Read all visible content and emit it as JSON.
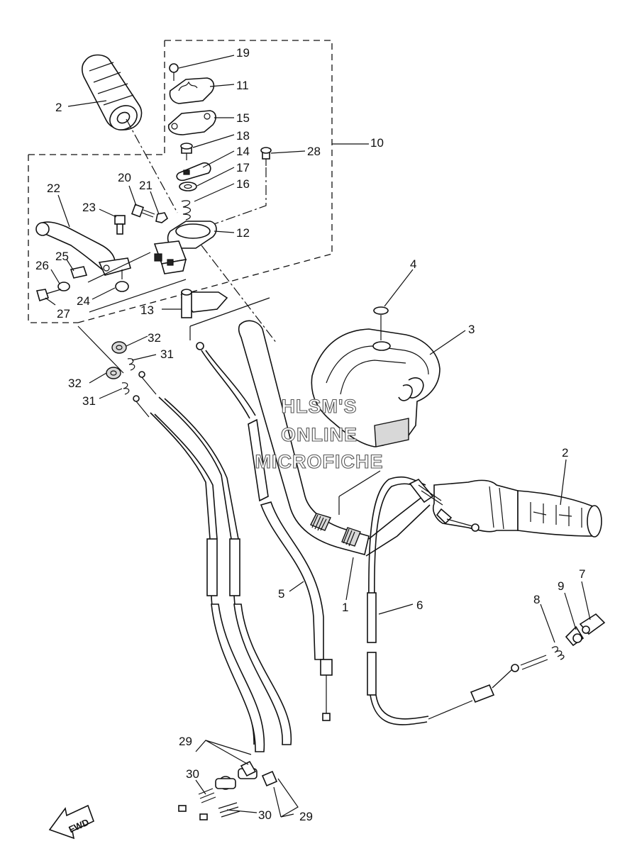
{
  "callouts": {
    "c1": "1",
    "c2a": "2",
    "c2b": "2",
    "c3": "3",
    "c4": "4",
    "c5": "5",
    "c6": "6",
    "c7": "7",
    "c8": "8",
    "c9": "9",
    "c10": "10",
    "c11": "11",
    "c12": "12",
    "c13": "13",
    "c14": "14",
    "c15": "15",
    "c16": "16",
    "c17": "17",
    "c18": "18",
    "c19": "19",
    "c20": "20",
    "c21": "21",
    "c22": "22",
    "c23": "23",
    "c24": "24",
    "c25": "25",
    "c26": "26",
    "c27": "27",
    "c28": "28",
    "c29a": "29",
    "c29b": "29",
    "c30a": "30",
    "c30b": "30",
    "c31a": "31",
    "c31b": "31",
    "c32a": "32",
    "c32b": "32"
  },
  "watermark": {
    "line1": "HLSM'S",
    "line2": "ONLINE",
    "line3": "MICROFICHE"
  },
  "direction_arrow": {
    "label": "FWD",
    "icon": "fwd-arrow-icon"
  }
}
